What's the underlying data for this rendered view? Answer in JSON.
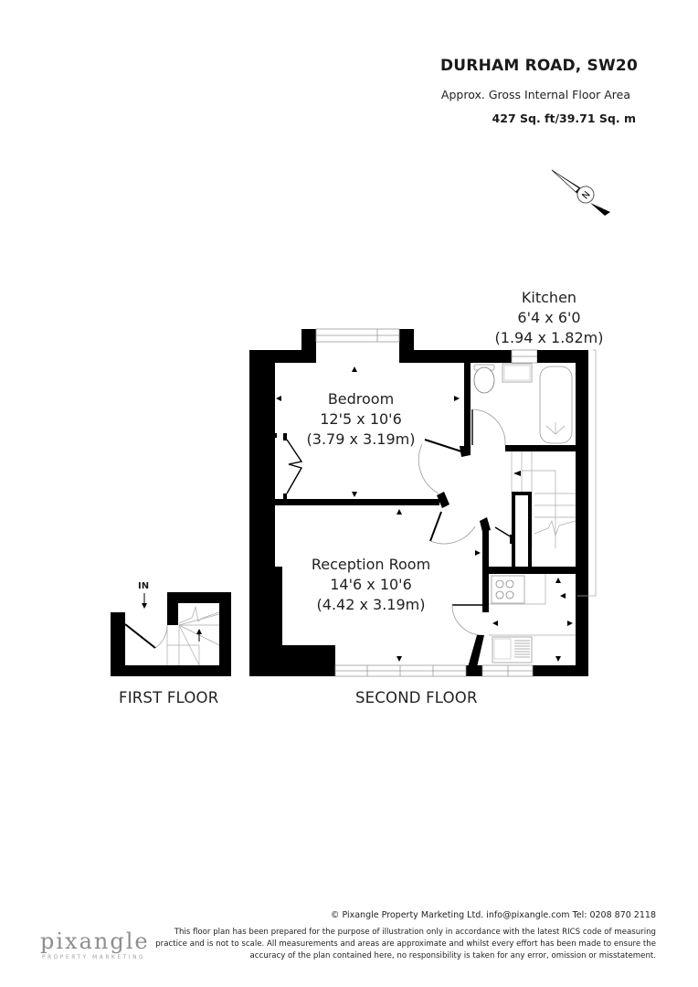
{
  "header": {
    "title": "DURHAM ROAD, SW20",
    "subtitle": "Approx. Gross Internal Floor Area",
    "area": "427 Sq. ft/39.71 Sq. m"
  },
  "compass": {
    "icon": "north-arrow-icon",
    "letter": "N"
  },
  "rooms": {
    "kitchen": {
      "name": "Kitchen",
      "imperial": "6'4 x 6'0",
      "metric": "(1.94 x 1.82m)"
    },
    "bedroom": {
      "name": "Bedroom",
      "imperial": "12'5 x 10'6",
      "metric": "(3.79 x 3.19m)"
    },
    "reception": {
      "name": "Reception Room",
      "imperial": "14'6 x 10'6",
      "metric": "(4.42 x 3.19m)"
    }
  },
  "floors": {
    "first": "FIRST FLOOR",
    "second": "SECOND FLOOR",
    "entrance": "IN"
  },
  "footer": {
    "copyright": "© Pixangle Property Marketing Ltd. info@pixangle.com Tel: 0208 870 2118",
    "disclaimer": "This floor plan has been prepared for the purpose of illustration only in accordance with the latest RICS code of measuring practice and is not to scale. All measurements and areas are approximate and whilst every effort has been made to ensure the accuracy of the plan contained here, no responsibility is taken for any error, omission or misstatement.",
    "logo": "pixangle",
    "logo_tagline": "PROPERTY MARKETING"
  },
  "colors": {
    "wall": "#000000",
    "fixture_line": "#9a9a9a",
    "text": "#1a1a1a",
    "logo": "#8e8e8e"
  }
}
